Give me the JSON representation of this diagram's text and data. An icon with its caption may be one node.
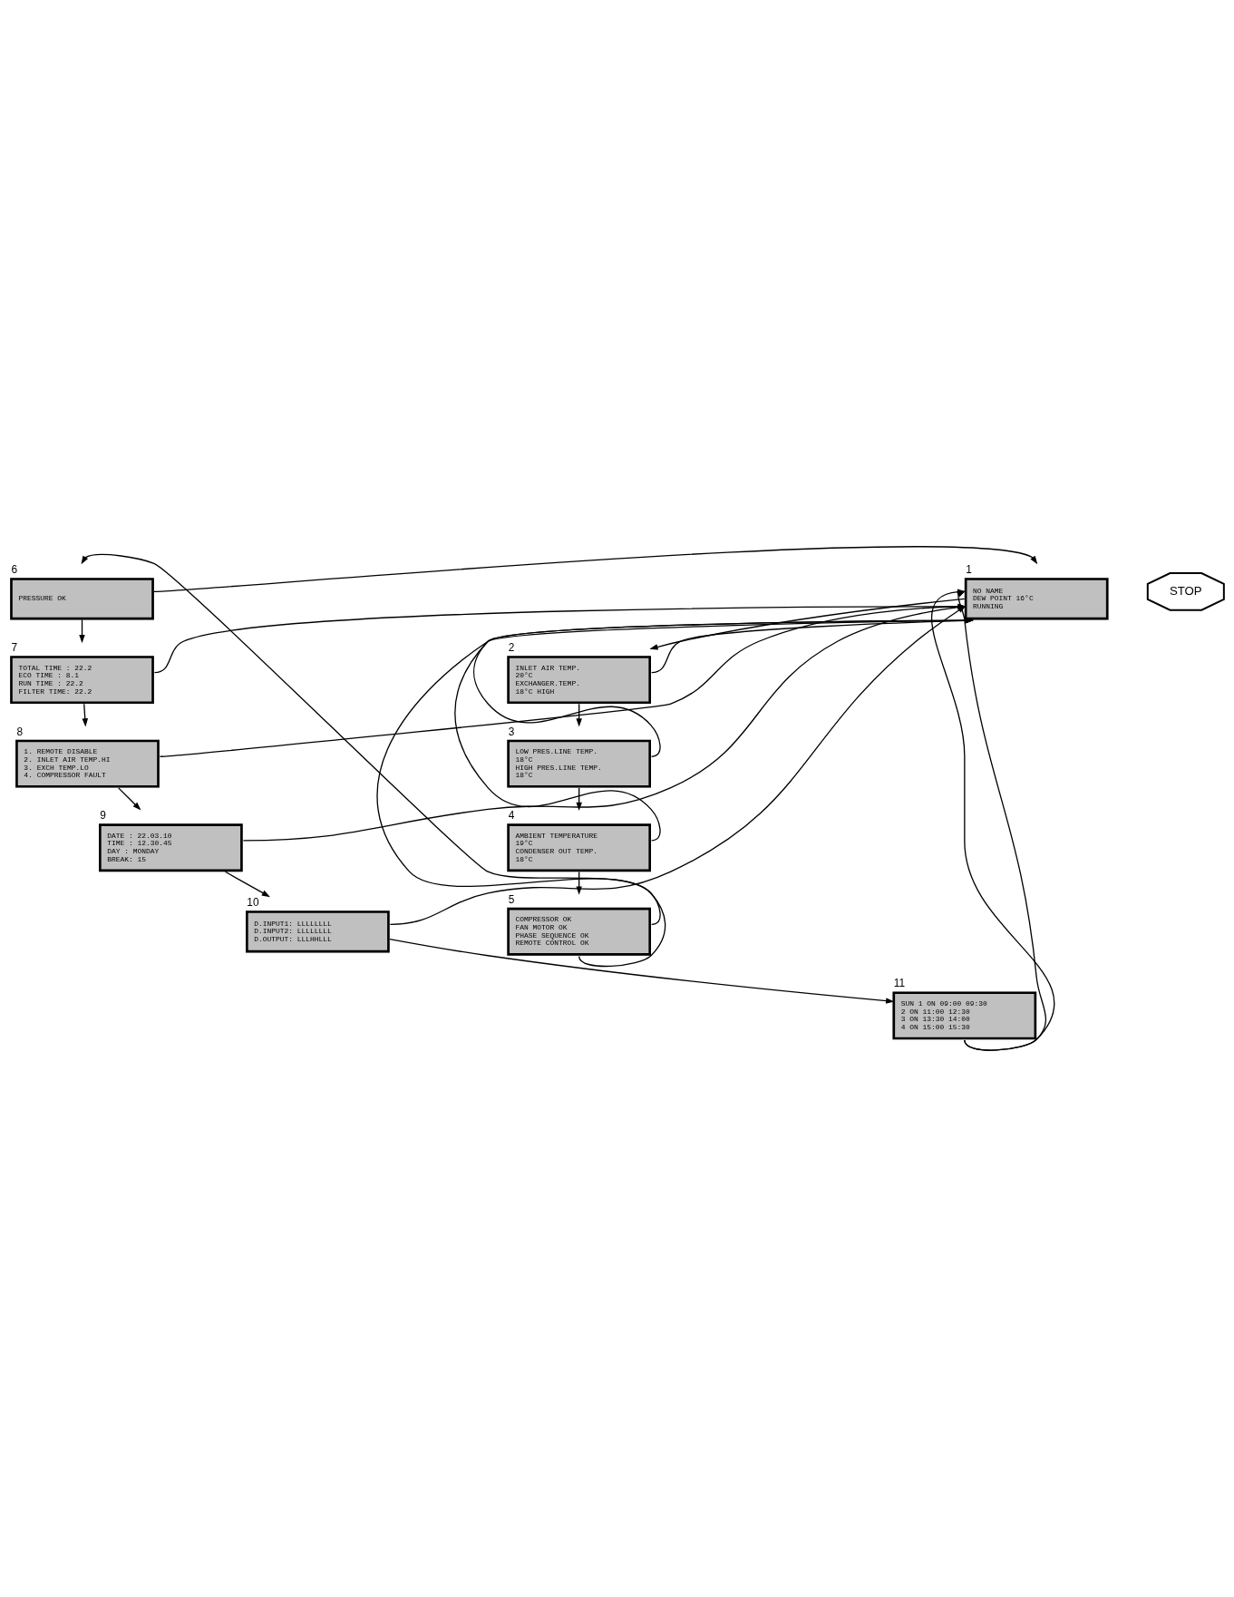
{
  "diagram": {
    "nodes": [
      {
        "text": [
          "NO NAME",
          "DEW POINT 16°C",
          "RUNNING"
        ],
        "beside": [
          "1"
        ]
      },
      {
        "text": [
          "INLET AIR TEMP.",
          "20°C",
          "EXCHANGER.TEMP.",
          "18°C HIGH"
        ],
        "beside": [
          "2"
        ]
      },
      {
        "text": [
          "LOW PRES.LINE TEMP.",
          "18°C",
          "HIGH PRES.LINE TEMP.",
          "18°C"
        ],
        "beside": [
          "3"
        ]
      },
      {
        "text": [
          "AMBIENT TEMPERATURE",
          "19°C",
          "CONDENSER OUT TEMP.",
          "18°C"
        ],
        "beside": [
          "4"
        ]
      },
      {
        "text": [
          "COMPRESSOR OK",
          "FAN MOTOR OK",
          "PHASE SEQUENCE OK",
          "REMOTE CONTROL OK"
        ],
        "beside": [
          "5"
        ]
      },
      {
        "text": [
          "PRESSURE OK"
        ],
        "beside": [
          "6"
        ]
      },
      {
        "text": [
          "TOTAL TIME : 22.2",
          "ECO TIME : 8.1",
          "RUN TIME : 22.2",
          "FILTER TIME: 22.2"
        ],
        "beside": [
          "7"
        ]
      },
      {
        "text": [
          "1. REMOTE DISABLE",
          "2. INLET AIR TEMP.HI",
          "3. EXCH TEMP.LO",
          "4. COMPRESSOR FAULT"
        ],
        "beside": [
          "8"
        ]
      },
      {
        "text": [
          "DATE : 22.03.10",
          "TIME : 12.30.45",
          "DAY : MONDAY",
          "BREAK: 15"
        ],
        "beside": [
          "9"
        ]
      },
      {
        "text": [
          "D.INPUT1: LLLLLLLL",
          "D.INPUT2: LLLLLLLL",
          "D.OUTPUT: LLLHHLLL"
        ],
        "beside": [
          "10"
        ]
      },
      {
        "text": [
          "SUN 1 ON 09:00 09:30",
          "2 ON 11:00 12:30",
          "3 ON 13:30 14:00",
          "4 ON 15:00 15:30"
        ],
        "beside": [
          "11"
        ]
      }
    ],
    "edges": [
      {
        "from": 0,
        "to": 1,
        "arrow": "to"
      },
      {
        "from": 1,
        "to": 2,
        "arrow": "to"
      },
      {
        "from": 2,
        "to": 3,
        "arrow": "to"
      },
      {
        "from": 3,
        "to": 4,
        "arrow": "to"
      },
      {
        "from": 4,
        "to": 5,
        "arrow": "to"
      },
      {
        "from": 5,
        "to": 6,
        "arrow": "to"
      },
      {
        "from": 6,
        "to": 7,
        "arrow": "to"
      },
      {
        "from": 7,
        "to": 8,
        "arrow": "to"
      },
      {
        "from": 8,
        "to": 9,
        "arrow": "to"
      },
      {
        "from": 9,
        "to": 10,
        "arrow": "to"
      },
      {
        "from": 10,
        "to": 0,
        "arrow": "to"
      },
      {
        "from": 1,
        "to": 0,
        "arrow": "to"
      },
      {
        "from": 2,
        "to": 0,
        "arrow": "to"
      },
      {
        "from": 3,
        "to": 0,
        "arrow": "to"
      },
      {
        "from": 4,
        "to": 0,
        "arrow": "to"
      },
      {
        "from": 5,
        "to": 0,
        "arrow": "to"
      },
      {
        "from": 6,
        "to": 0,
        "arrow": "to"
      },
      {
        "from": 7,
        "to": 0,
        "arrow": "to"
      },
      {
        "from": 8,
        "to": 0,
        "arrow": "to"
      },
      {
        "from": 9,
        "to": 0,
        "arrow": "to"
      },
      {
        "from": 10,
        "to": 0,
        "arrow": "to"
      }
    ],
    "labels": [
      "STOP"
    ]
  }
}
